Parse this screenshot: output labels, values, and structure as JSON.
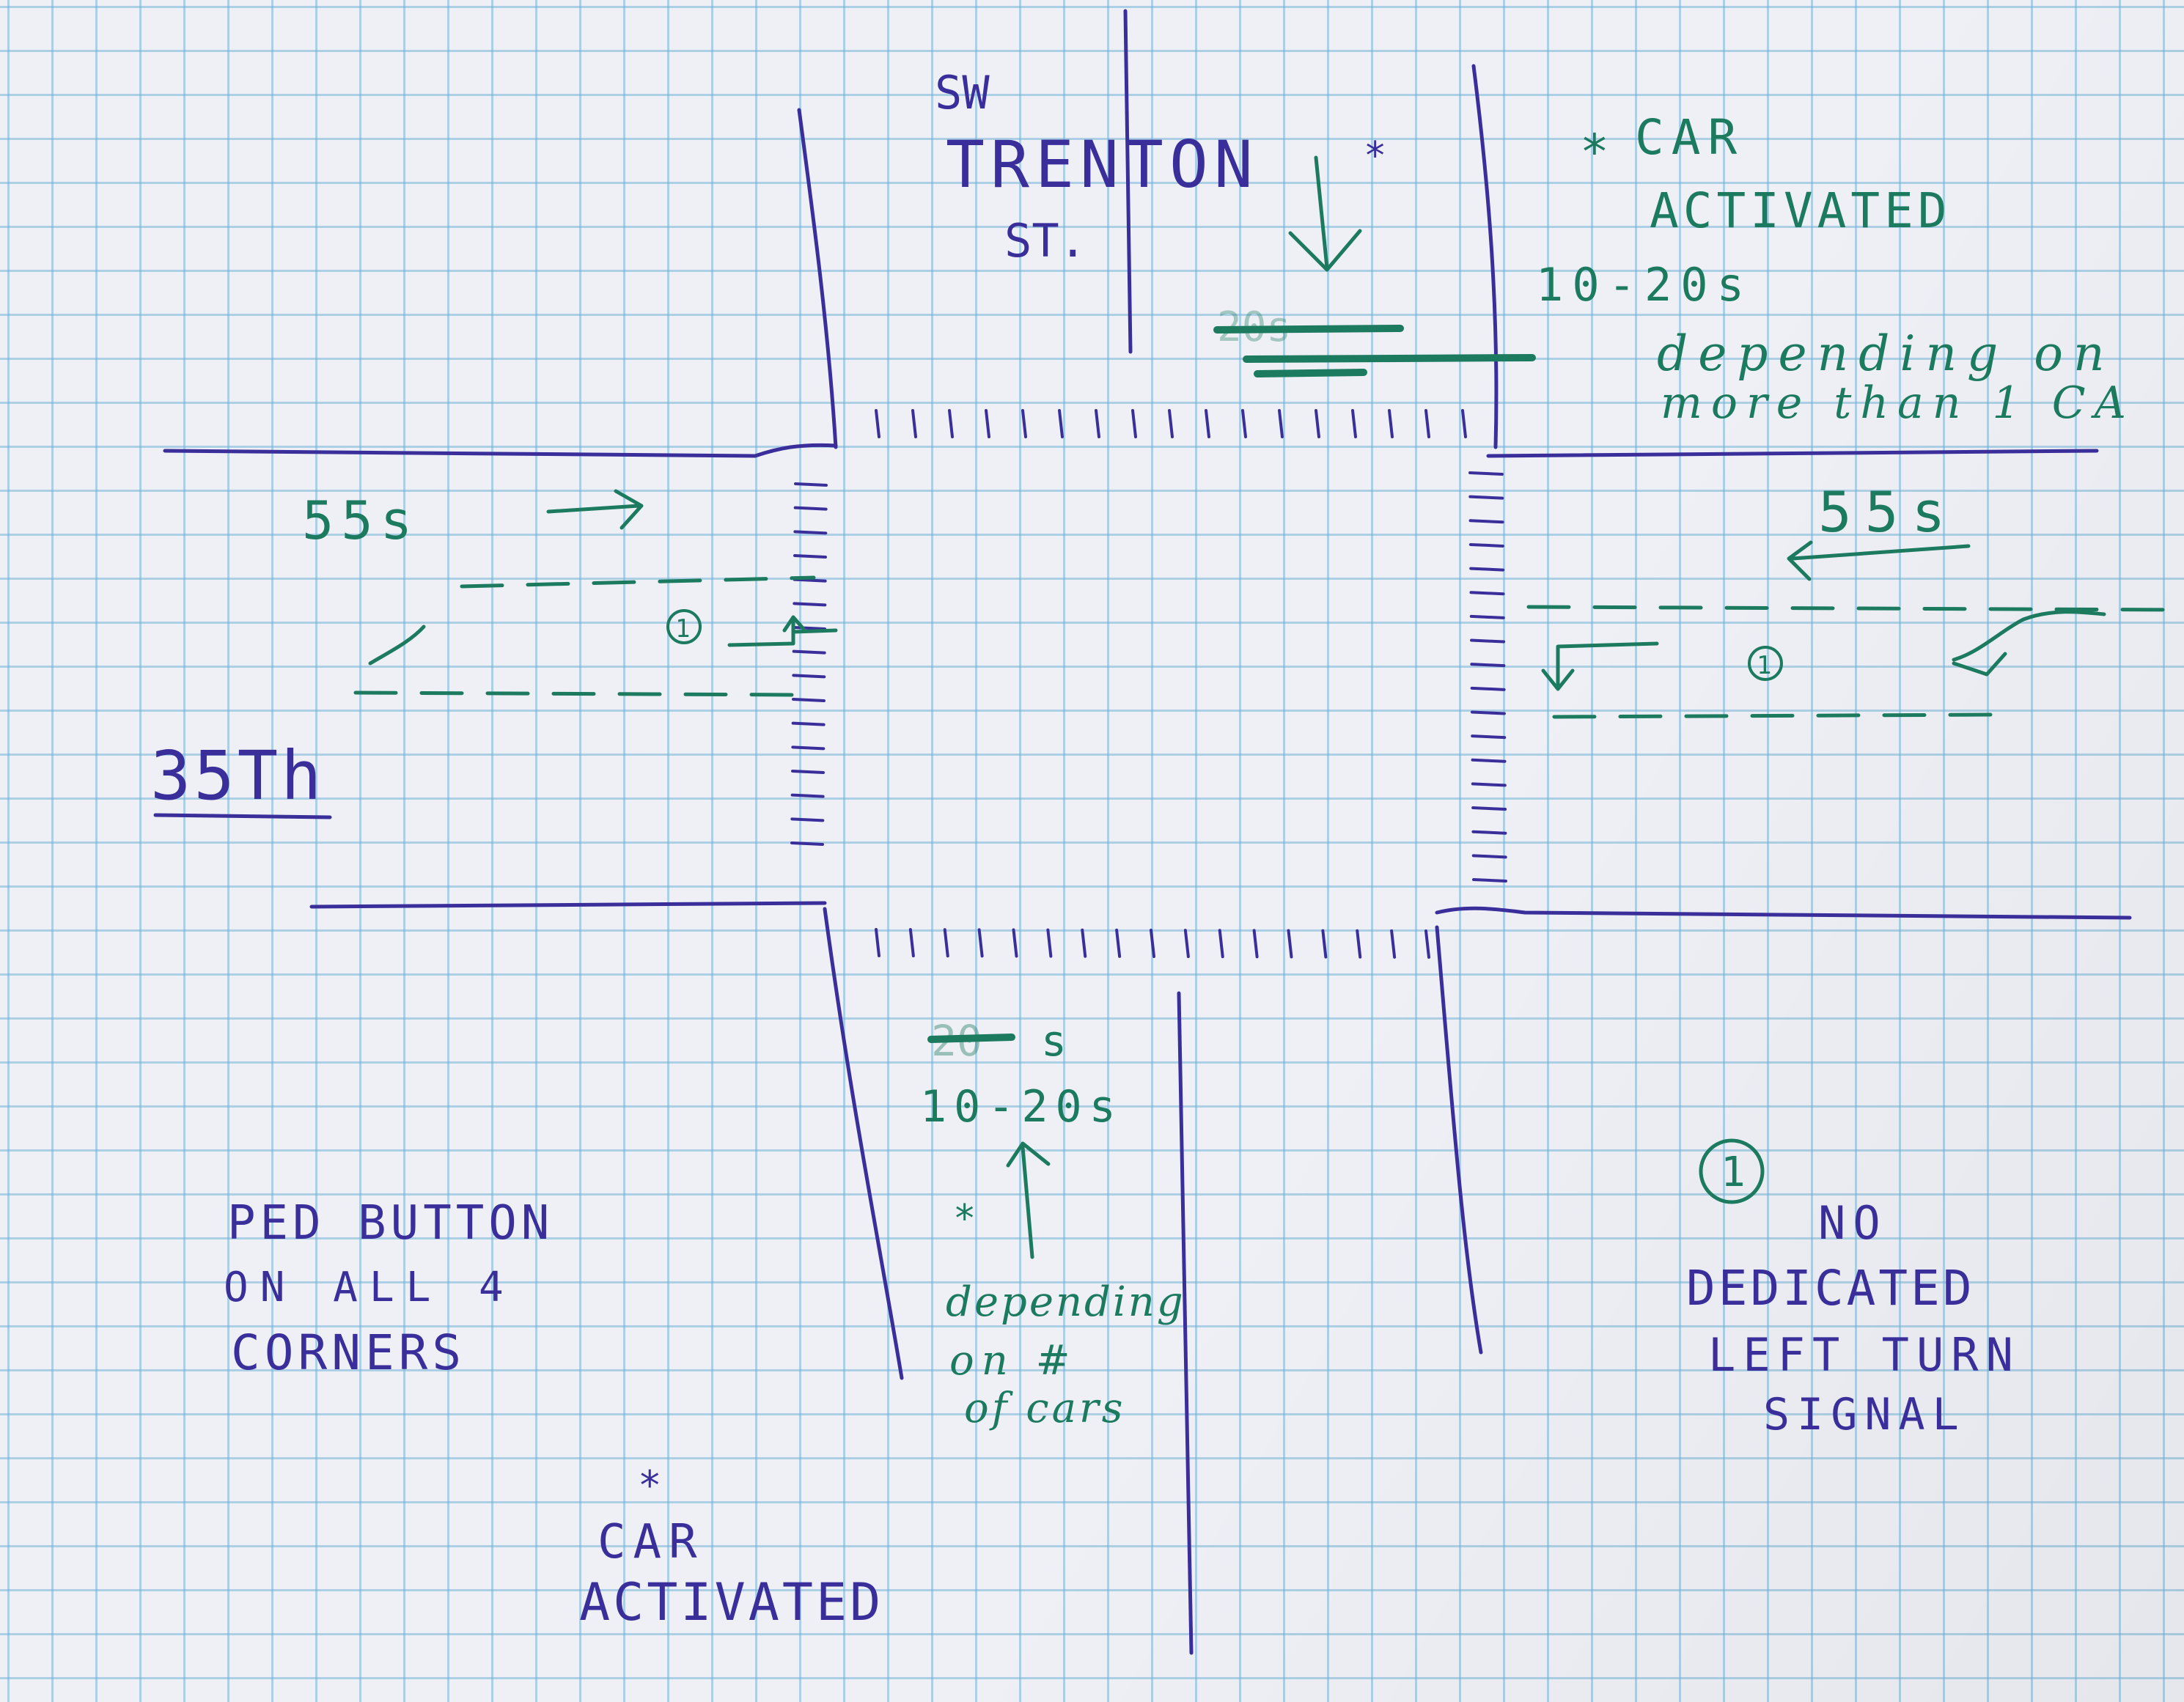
{
  "street_north": {
    "line1": "SW",
    "line2": "TRENTON",
    "line3": "ST."
  },
  "street_west": {
    "label": "35Th"
  },
  "notes_northeast": {
    "asterisk": "*",
    "line1": "CAR",
    "line2": "ACTIVATED",
    "timing": "10-20s",
    "desc1": "depending on",
    "desc2": "more than 1 CA"
  },
  "arrow_north_asterisk": "*",
  "crossed_out_north": "20s",
  "west_approach": {
    "timing": "55s",
    "marker": "1"
  },
  "east_approach": {
    "timing": "55s",
    "marker": "1"
  },
  "south_approach": {
    "crossed_out": "20",
    "timing_suffix": "s",
    "timing": "10-20s",
    "asterisk": "*",
    "desc1": "depending",
    "desc2": "on #",
    "desc3": "of cars"
  },
  "ped_note": {
    "line1": "PED BUTTON",
    "line2": "ON ALL 4",
    "line3": "CORNERS"
  },
  "car_note_southwest": {
    "asterisk": "*",
    "line1": "CAR",
    "line2": "ACTIVATED"
  },
  "legend_note": {
    "marker": "1",
    "line1": "NO",
    "line2": "DEDICATED",
    "line3": "LEFT TURN",
    "line4": "SIGNAL"
  },
  "colors": {
    "paper": "#eef0f6",
    "grid": "#78b4d7",
    "road_ink": "#3a2f9a",
    "note_ink": "#1c7a5e"
  }
}
